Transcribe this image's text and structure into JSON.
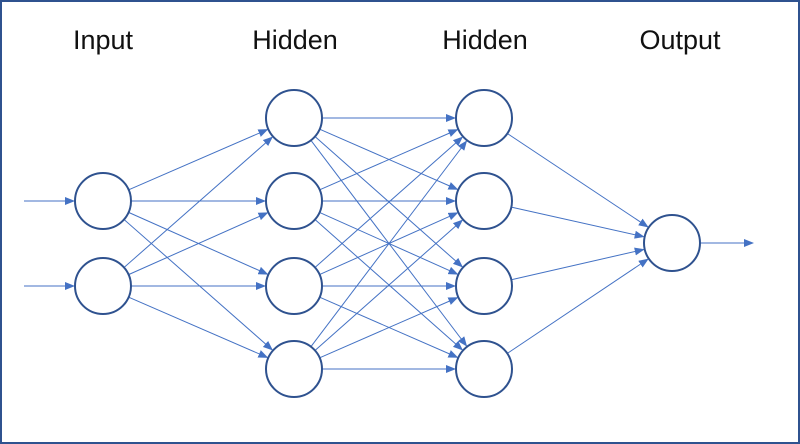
{
  "diagram": {
    "colors": {
      "edge": "#4472c4",
      "node_stroke": "#2f528f",
      "node_fill": "#ffffff",
      "frame_border": "#2f528f",
      "label_text": "#111111"
    },
    "layers": [
      {
        "id": "input",
        "label": "Input",
        "nodes": 2
      },
      {
        "id": "hidden1",
        "label": "Hidden",
        "nodes": 4
      },
      {
        "id": "hidden2",
        "label": "Hidden",
        "nodes": 4
      },
      {
        "id": "output",
        "label": "Output",
        "nodes": 1
      }
    ],
    "connections": "fully-connected between adjacent layers",
    "input_arrows": 2,
    "output_arrows": 1
  }
}
